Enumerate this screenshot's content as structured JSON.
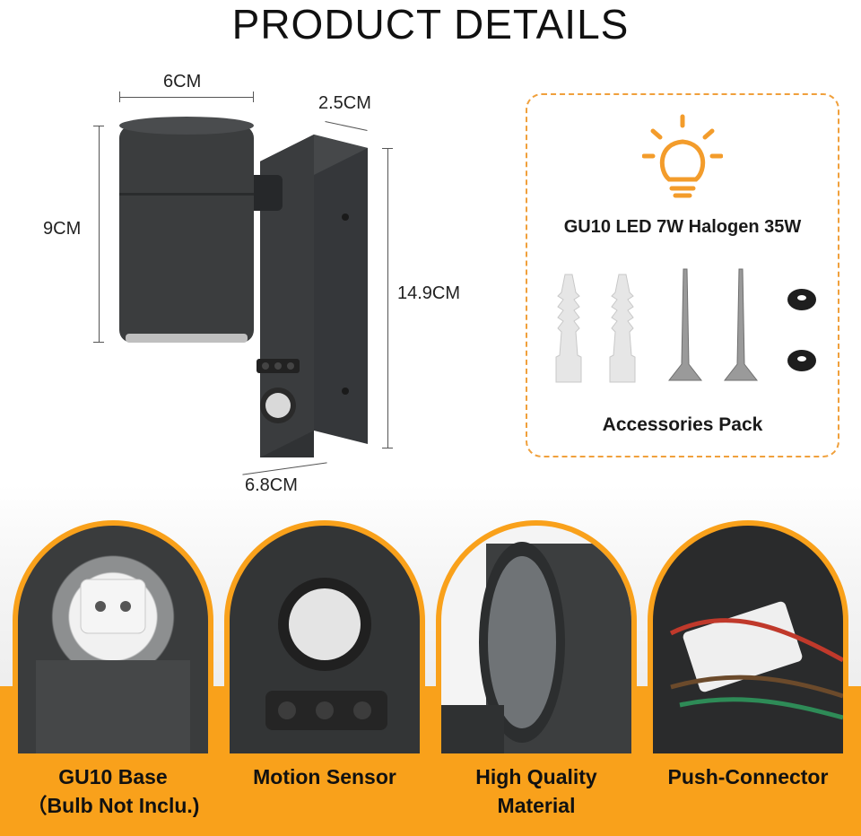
{
  "title": "PRODUCT DETAILS",
  "dimensions": {
    "width": "6CM",
    "depth": "2.5CM",
    "height": "9CM",
    "total_height": "14.9CM",
    "base_width": "6.8CM"
  },
  "accessories_box": {
    "bulb_spec": "GU10 LED 7W Halogen 35W",
    "caption": "Accessories Pack"
  },
  "features": [
    {
      "line1": "GU10 Base",
      "line2": "（Bulb Not Inclu.)"
    },
    {
      "line1": "Motion Sensor",
      "line2": ""
    },
    {
      "line1": "High Quality",
      "line2": "Material"
    },
    {
      "line1": "Push-Connector",
      "line2": ""
    }
  ],
  "colors": {
    "accent": "#f9a11b",
    "dashed_border": "#f0a03c",
    "lamp_body": "#3b3d3e"
  }
}
